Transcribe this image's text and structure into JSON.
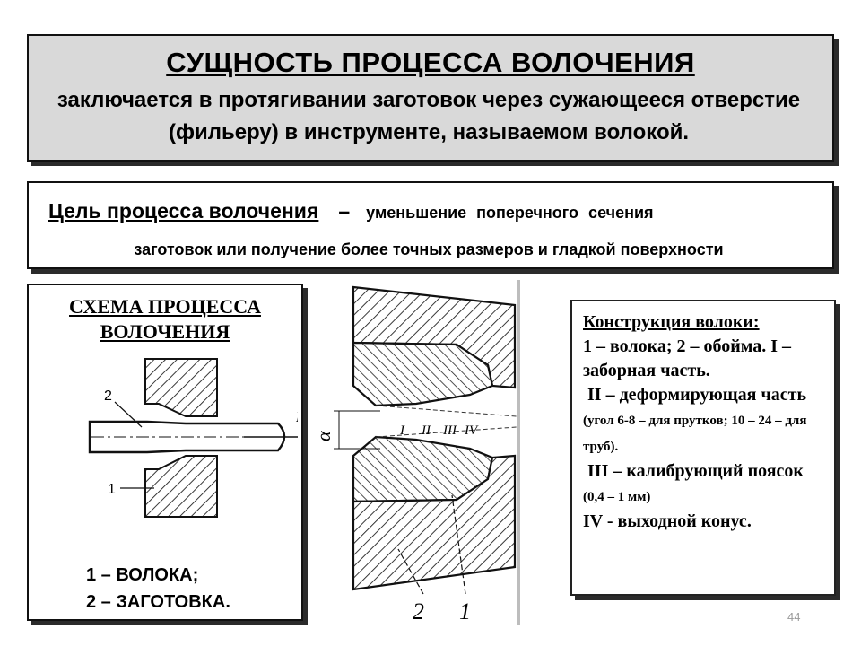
{
  "definition": {
    "title": "СУЩНОСТЬ ПРОЦЕССА ВОЛОЧЕНИЯ",
    "text": "заключается в протягивании заготовок через сужающееся отверстие (фильеру) в инструменте, называемом волокой."
  },
  "goal": {
    "label": "Цель процесса волочения",
    "dash": "–",
    "text_line1": "уменьшение поперечного сечения",
    "text_line2": "заготовок или получение более точных размеров и гладкой поверхности"
  },
  "scheme": {
    "title": "СХЕМА ПРОЦЕССА ВОЛОЧЕНИЯ",
    "labels": {
      "one": "1",
      "two": "2",
      "force": "P"
    },
    "legend_1": "1 – ВОЛОКА;",
    "legend_2": "2 – ЗАГОТОВКА."
  },
  "diagram": {
    "angle_label": "α",
    "zone_labels": [
      "I",
      "II",
      "III",
      "IV"
    ],
    "part_labels": [
      "2",
      "1"
    ]
  },
  "construction": {
    "title": "Конструкция волоки:",
    "line1": "1 – волока; 2 – обойма. I – заборная часть.",
    "line2": "II – деформирующая часть",
    "line2_small": "(угол 6-8 – для прутков; 10 – 24 – для труб).",
    "line3": "III – калибрующий поясок",
    "line3_small": "(0,4 – 1 мм)",
    "line4": "IV - выходной конус."
  },
  "page_number": "44"
}
